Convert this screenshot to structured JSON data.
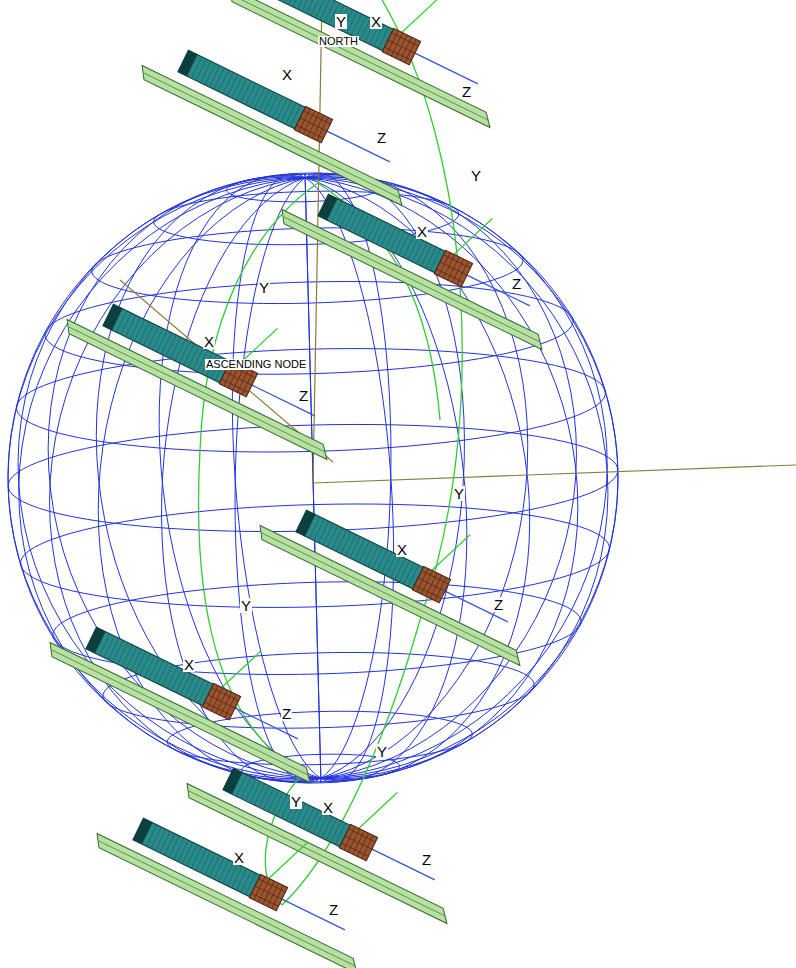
{
  "diagram": {
    "labels": [
      "Y",
      "X",
      "NORTH",
      "Z",
      "X",
      "Z",
      "Y",
      "X",
      "Z",
      "Y",
      "X",
      "ASCENDING NODE",
      "Z",
      "Y",
      "X",
      "Z",
      "Y",
      "X",
      "Z",
      "Y",
      "Y",
      "X",
      "Z",
      "X",
      "Z"
    ]
  }
}
